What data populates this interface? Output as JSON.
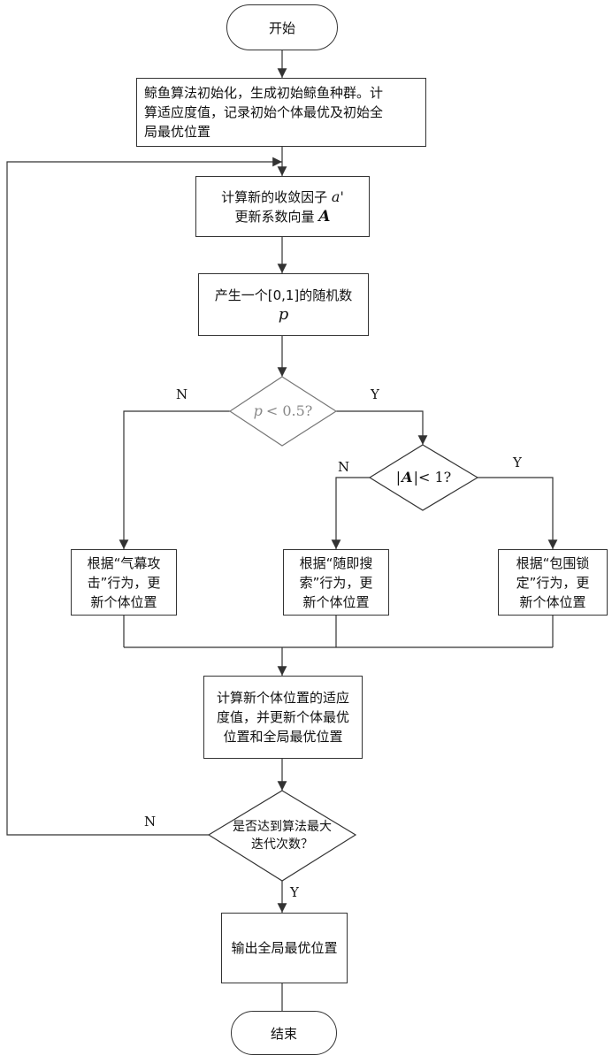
{
  "start": {
    "label": "开始"
  },
  "end": {
    "label": "结束"
  },
  "init": {
    "lines": [
      "鲸鱼算法初始化，生成初始鲸鱼种群。计",
      "算适应度值，记录初始个体最优及初始全",
      "局最优位置"
    ]
  },
  "update": {
    "line1": "计算新的收敛因子",
    "sym_a": "a'",
    "line2": "更新系数向量",
    "sym_A": "A"
  },
  "random": {
    "line1": "产生一个[0,1]的随机数",
    "sym_p": "p"
  },
  "decision_p": {
    "sym_p": "p",
    "rest": "< 0.5?"
  },
  "decision_A": {
    "bar_left": "|",
    "sym_A": "A",
    "rest": "|< 1?"
  },
  "decision_iter": {
    "lines": [
      "是否达到算法最大",
      "迭代次数？"
    ]
  },
  "bubble": {
    "lines": [
      "根据“气幕攻",
      "击”行为，更",
      "新个体位置"
    ]
  },
  "search": {
    "lines": [
      "根据“随即搜",
      "索”行为，更",
      "新个体位置"
    ]
  },
  "encircle": {
    "lines": [
      "根据“包围锁",
      "定”行为，更",
      "新个体位置"
    ]
  },
  "fitness": {
    "lines": [
      "计算新个体位置的适应",
      "度值，并更新个体最优",
      "位置和全局最优位置"
    ]
  },
  "output": {
    "label": "输出全局最优位置"
  },
  "branch_labels": {
    "p_no": "N",
    "p_yes": "Y",
    "a_no": "N",
    "a_yes": "Y",
    "iter_no": "N",
    "iter_yes": "Y"
  }
}
